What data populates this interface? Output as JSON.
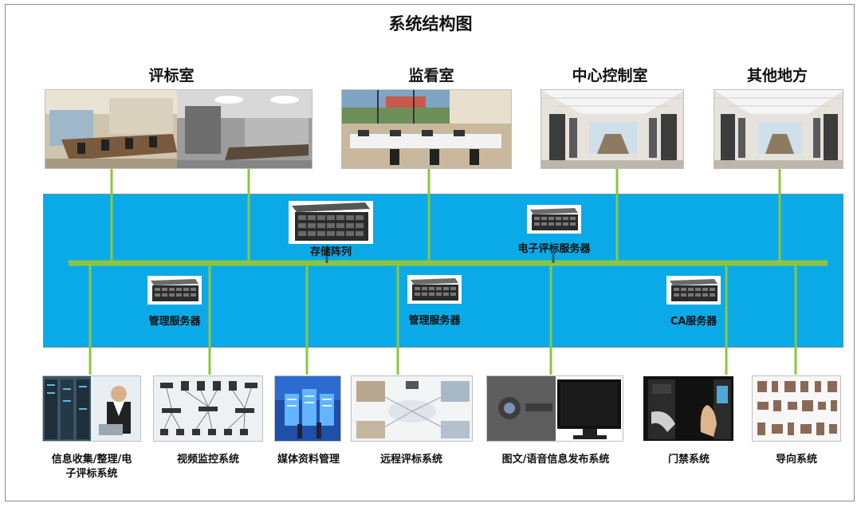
{
  "diagram": {
    "title": "系统结构图",
    "rooms": [
      {
        "id": "pingbiao",
        "label": "评标室"
      },
      {
        "id": "jiankan",
        "label": "监看室"
      },
      {
        "id": "zhongxin",
        "label": "中心控制室"
      },
      {
        "id": "qita",
        "label": "其他地方"
      }
    ],
    "network_devices": [
      {
        "id": "storage",
        "label": "存储阵列",
        "icon": "storage-array-icon"
      },
      {
        "id": "eval-server",
        "label": "电子评标服务器",
        "icon": "rack-server-icon"
      },
      {
        "id": "mgmt-server-1",
        "label": "管理服务器",
        "icon": "rack-server-icon"
      },
      {
        "id": "mgmt-server-2",
        "label": "管理服务器",
        "icon": "rack-server-icon"
      },
      {
        "id": "ca-server",
        "label": "CA服务器",
        "icon": "rack-server-icon"
      }
    ],
    "subsystems": [
      {
        "id": "info",
        "label": "信息收集/整理/电子评标系统",
        "line1": "信息收集/整理/电",
        "line2": "子评标系统"
      },
      {
        "id": "video",
        "label": "视频监控系统"
      },
      {
        "id": "media",
        "label": "媒体资料管理"
      },
      {
        "id": "remote",
        "label": "远程评标系统"
      },
      {
        "id": "publish",
        "label": "图文/语音信息发布系统"
      },
      {
        "id": "access",
        "label": "门禁系统"
      },
      {
        "id": "guide",
        "label": "导向系统"
      }
    ],
    "colors": {
      "band": "#0aaae8",
      "bus_line": "#8cc63f",
      "drop_line": "#8cc63f",
      "device_line": "#2f5f7a"
    }
  }
}
